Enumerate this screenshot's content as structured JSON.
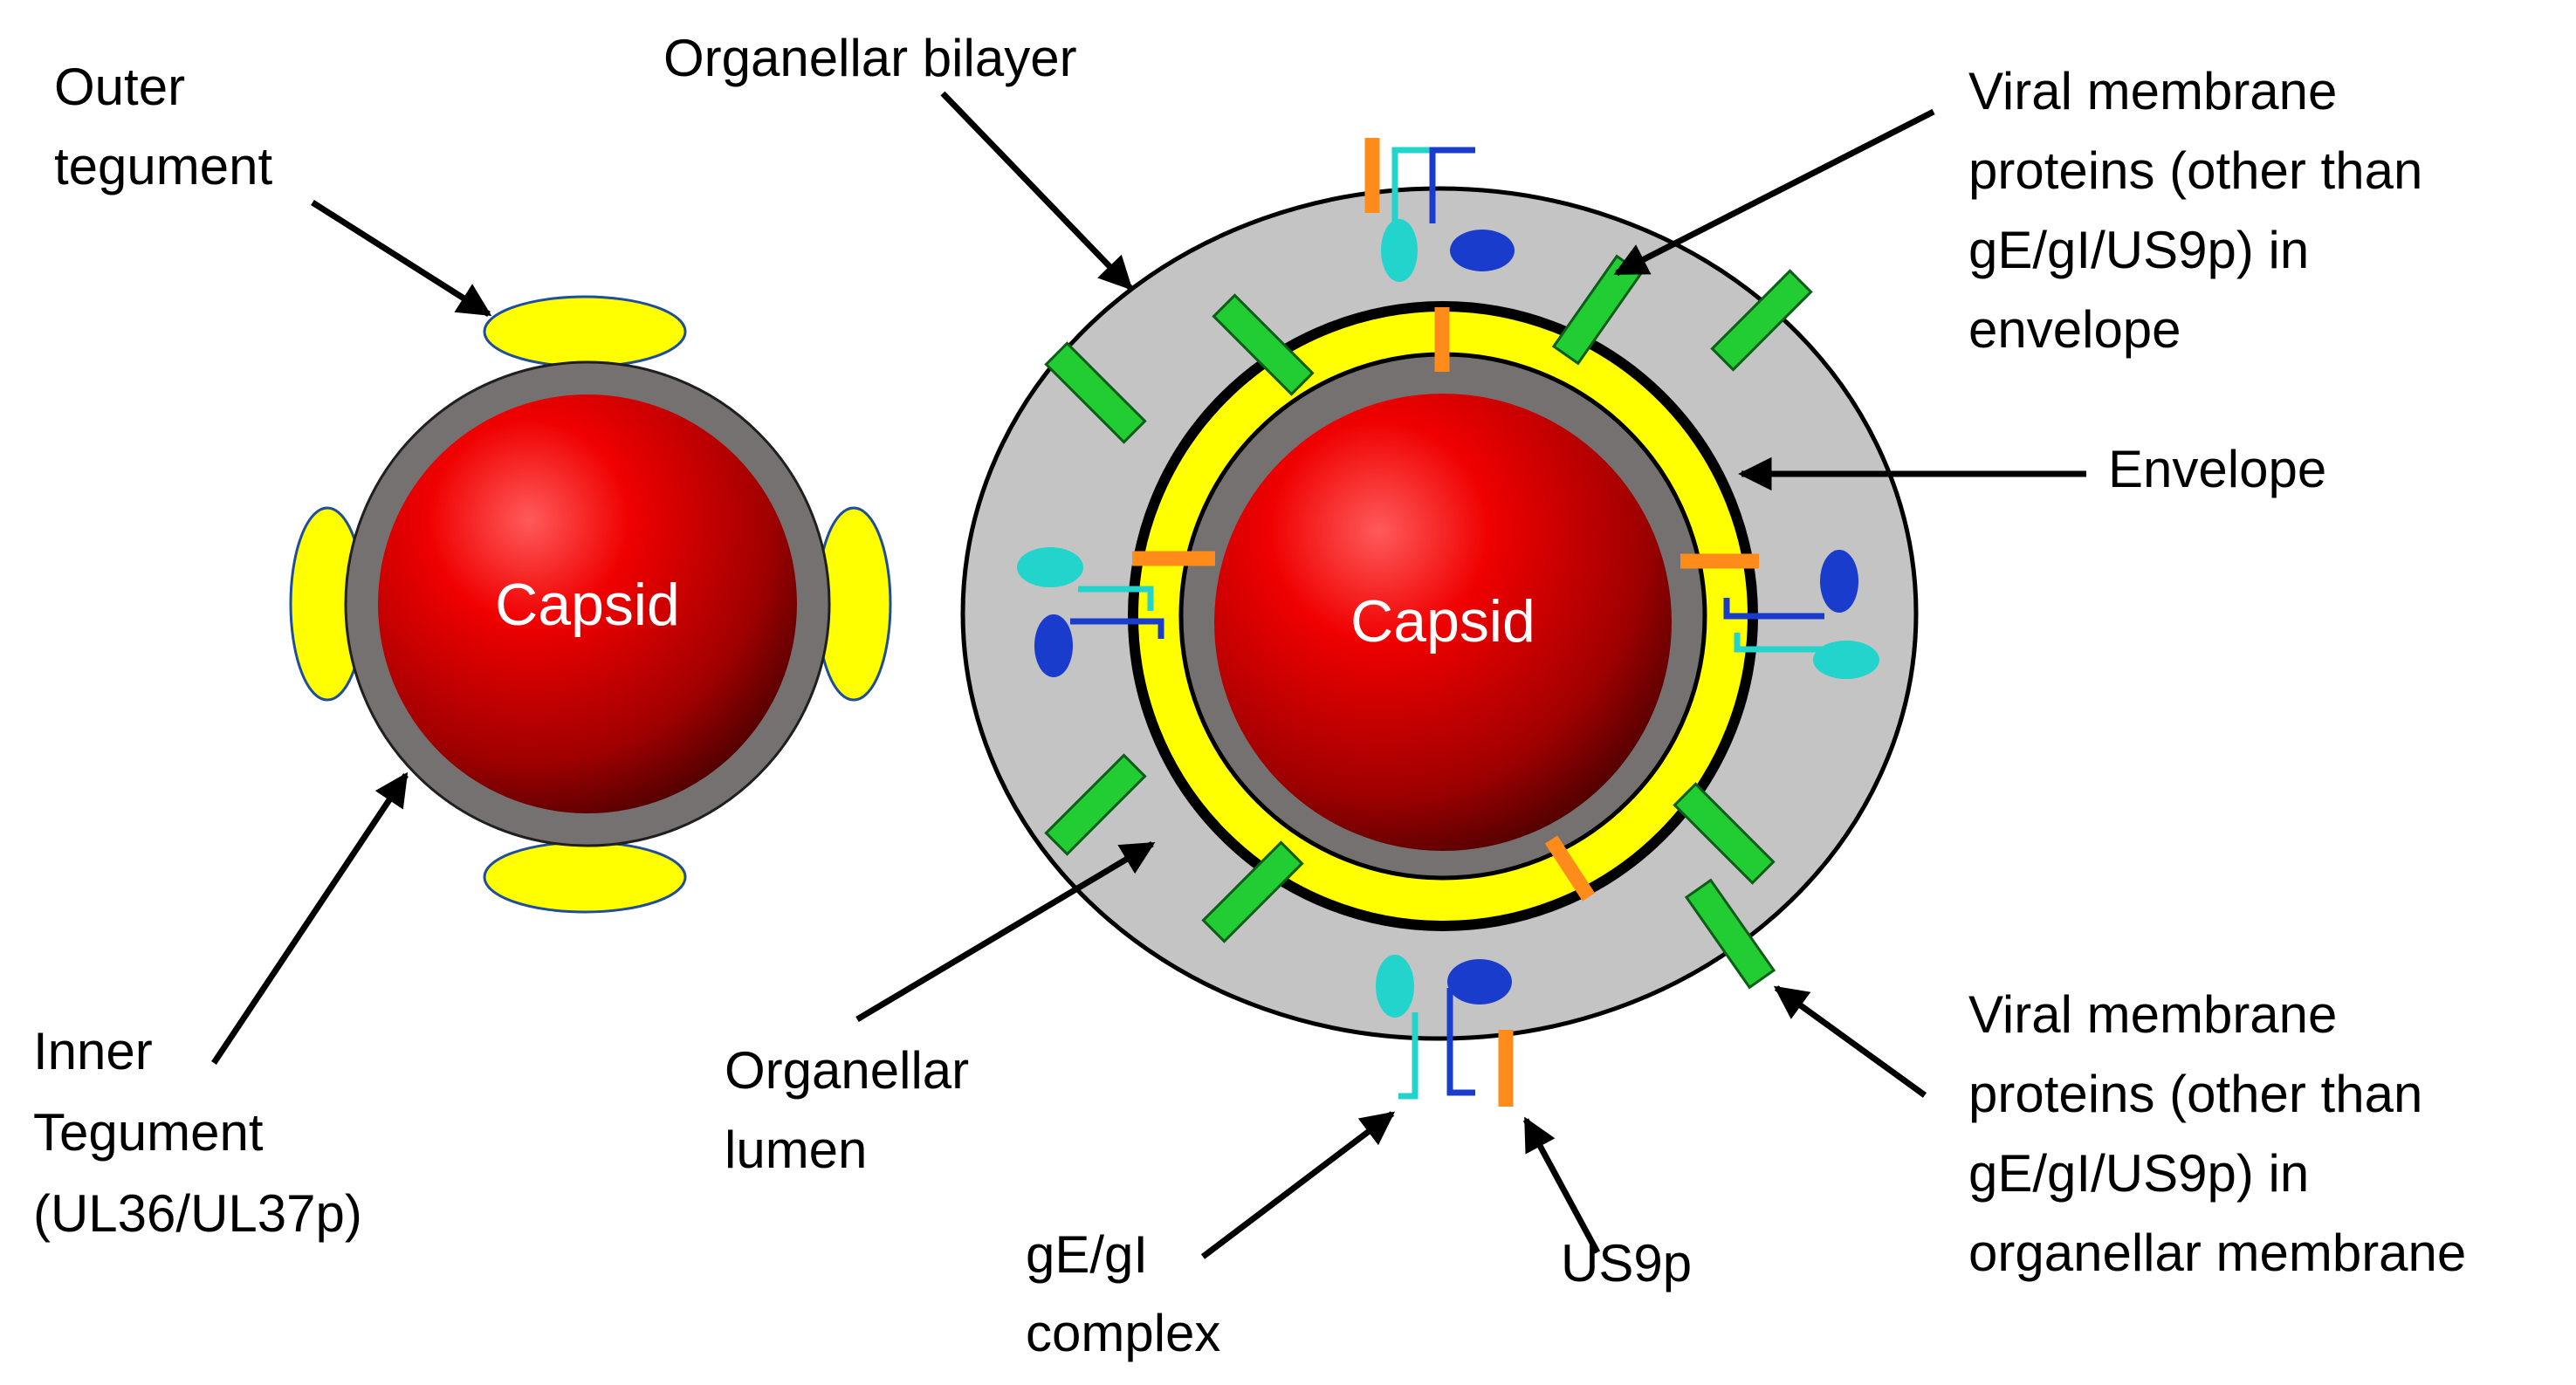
{
  "colors": {
    "capsid": "#e00000",
    "capsid_dark": "#3a0000",
    "inner_tegument": "#767171",
    "outer_tegument": "#ffff00",
    "organellar_lumen": "#c4c4c4",
    "envelope_yellow": "#ffff00",
    "viral_membrane_protein": "#22cc33",
    "us9p": "#ff8c1a",
    "gE": "#1a3ccc",
    "gI": "#22d4cc"
  },
  "left_particle": {
    "capsid_label": "Capsid",
    "outer_tegument_label": [
      "Outer",
      "tegument"
    ],
    "inner_tegument_label": [
      "Inner",
      "Tegument",
      "(UL36/UL37p)"
    ]
  },
  "right_particle": {
    "capsid_label": "Capsid",
    "organellar_bilayer_label": [
      "Organellar bilayer"
    ],
    "viral_proteins_envelope_label": [
      "Viral membrane",
      "proteins (other than",
      "gE/gI/US9p) in",
      "envelope"
    ],
    "envelope_label": [
      "Envelope"
    ],
    "viral_proteins_organellar_label": [
      "Viral membrane",
      "proteins (other than",
      "gE/gI/US9p) in",
      "organellar membrane"
    ],
    "organellar_lumen_label": [
      "Organellar",
      "lumen"
    ],
    "ge_gi_label": [
      "gE/gI",
      "complex"
    ],
    "us9p_label": [
      "US9p"
    ]
  }
}
